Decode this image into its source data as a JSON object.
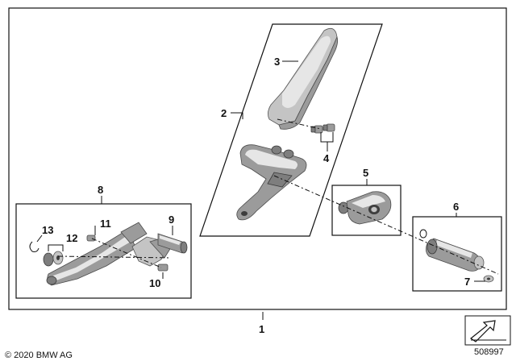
{
  "callouts": {
    "c1": "1",
    "c2": "2",
    "c3": "3",
    "c4": "4",
    "c5": "5",
    "c6": "6",
    "c7": "7",
    "c8": "8",
    "c9": "9",
    "c10": "10",
    "c11": "11",
    "c12": "12",
    "c13": "13"
  },
  "footer": {
    "copyright": "© 2020 BMW AG",
    "diagram_number": "508997"
  },
  "icons": {
    "orientation_arrow": "arrow-icon"
  }
}
